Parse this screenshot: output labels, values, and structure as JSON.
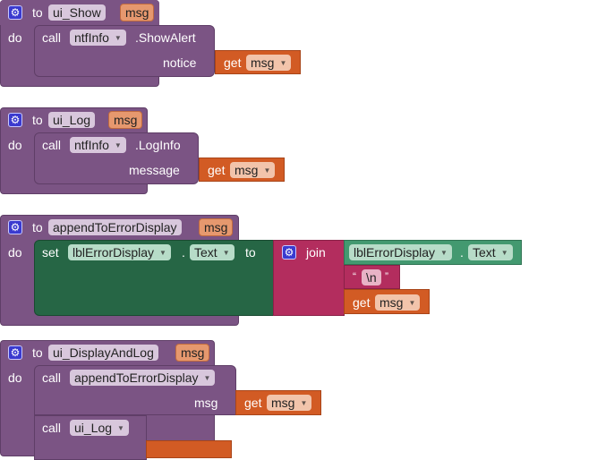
{
  "procedures": [
    {
      "keyword_to": "to",
      "name": "ui_Show",
      "param": "msg",
      "keyword_do": "do",
      "call": {
        "keyword": "call",
        "component": "ntfInfo",
        "method": ".ShowAlert",
        "arg_label": "notice",
        "get_keyword": "get",
        "get_var": "msg"
      }
    },
    {
      "keyword_to": "to",
      "name": "ui_Log",
      "param": "msg",
      "keyword_do": "do",
      "call": {
        "keyword": "call",
        "component": "ntfInfo",
        "method": ".LogInfo",
        "arg_label": "message",
        "get_keyword": "get",
        "get_var": "msg"
      }
    },
    {
      "keyword_to": "to",
      "name": "appendToErrorDisplay",
      "param": "msg",
      "keyword_do": "do",
      "set": {
        "keyword": "set",
        "component": "lblErrorDisplay",
        "dot": ".",
        "property": "Text",
        "to": "to"
      },
      "join": {
        "keyword": "join",
        "component": "lblErrorDisplay",
        "dot": ".",
        "property": "Text",
        "quote_open": "“",
        "string": "\\n",
        "quote_close": "”",
        "get_keyword": "get",
        "get_var": "msg"
      }
    },
    {
      "keyword_to": "to",
      "name": "ui_DisplayAndLog",
      "param": "msg",
      "keyword_do": "do",
      "call1": {
        "keyword": "call",
        "procedure": "appendToErrorDisplay",
        "arg_label": "msg",
        "get_keyword": "get",
        "get_var": "msg"
      },
      "call2": {
        "keyword": "call",
        "procedure": "ui_Log"
      }
    }
  ],
  "icons": {
    "gear": "⚙",
    "dropdown": "▼"
  }
}
